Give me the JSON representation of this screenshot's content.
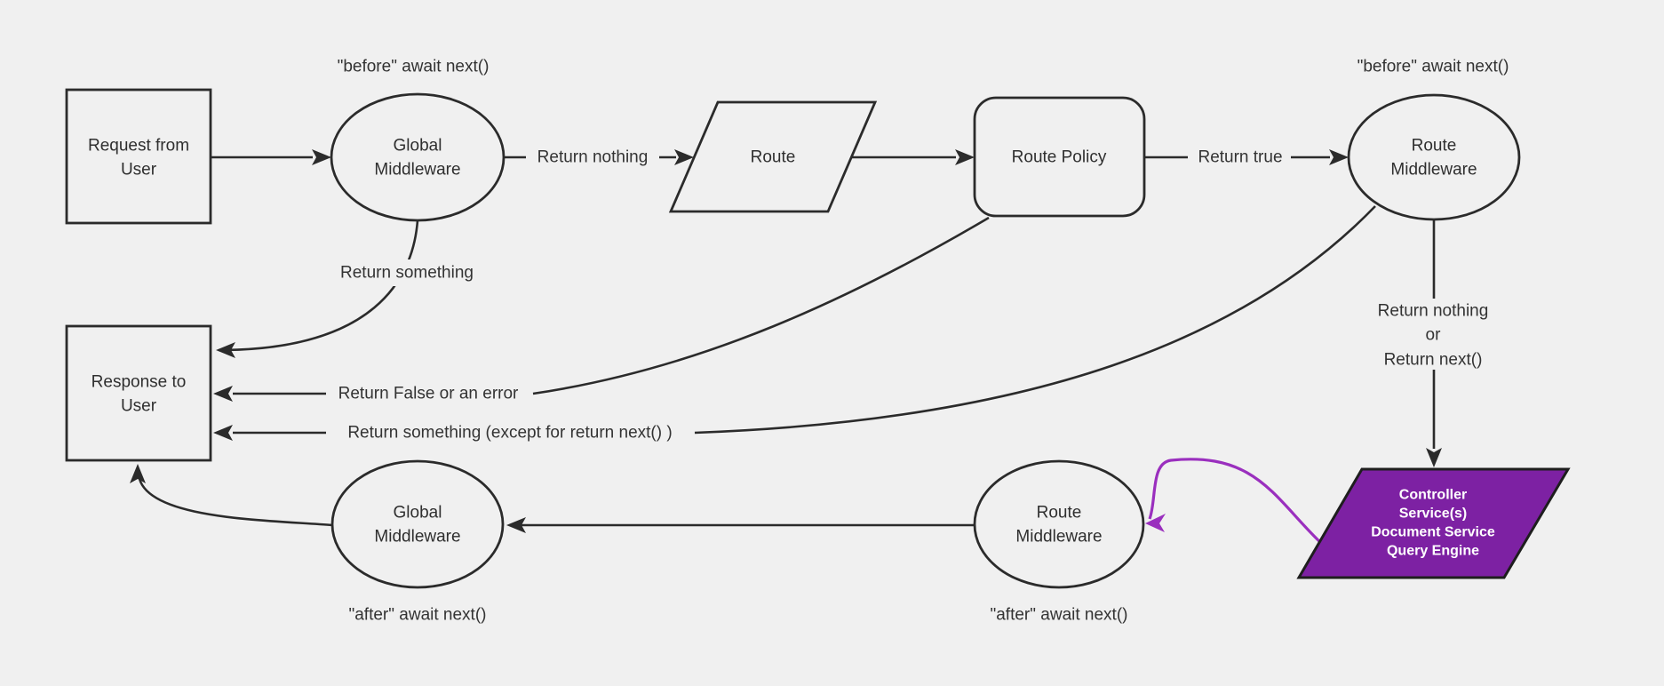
{
  "canvas": {
    "background": "#f0f0f0",
    "line_color": "#2b2b2b",
    "text_color": "#2f2f2f",
    "purple_fill": "#7d21a3",
    "purple_edge": "#9a2fbe"
  },
  "nodes": {
    "request": {
      "lines": [
        "Request from",
        "User"
      ]
    },
    "global_middleware_top": {
      "lines": [
        "Global",
        "Middleware"
      ]
    },
    "route": {
      "label": "Route"
    },
    "route_policy": {
      "label": "Route Policy"
    },
    "route_middleware_top": {
      "lines": [
        "Route",
        "Middleware"
      ]
    },
    "response": {
      "lines": [
        "Response to",
        "User"
      ]
    },
    "global_middleware_bottom": {
      "lines": [
        "Global",
        "Middleware"
      ]
    },
    "route_middleware_bottom": {
      "lines": [
        "Route",
        "Middleware"
      ]
    },
    "controller": {
      "lines": [
        "Controller",
        "Service(s)",
        "Document Service",
        "Query Engine"
      ]
    }
  },
  "edge_labels": {
    "before_left": "\"before\" await next()",
    "before_right": "\"before\" await next()",
    "return_nothing": "Return nothing",
    "return_true": "Return true",
    "return_something": "Return something",
    "return_false": "Return False or an error",
    "return_something_except": "Return something (except for return next() )",
    "return_nothing_or": {
      "lines": [
        "Return nothing",
        "or",
        "Return next()"
      ]
    },
    "after_left": "\"after\" await next()",
    "after_right": "\"after\" await next()"
  }
}
